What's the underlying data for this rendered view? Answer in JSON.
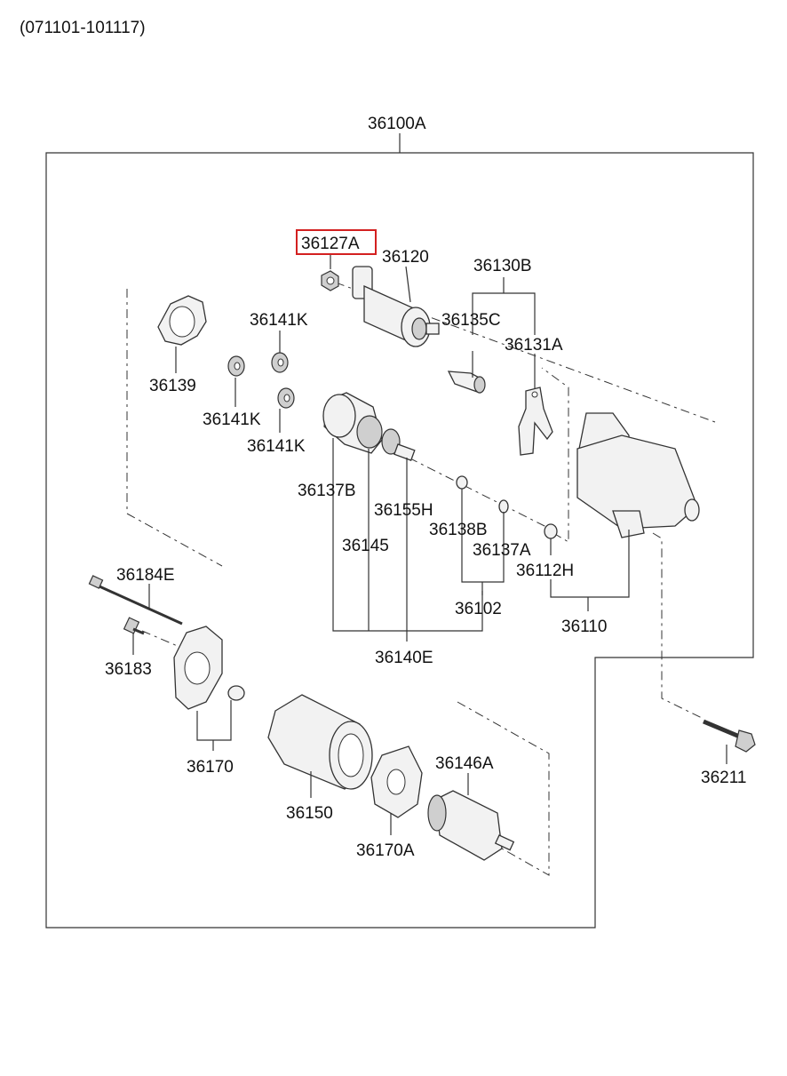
{
  "header": {
    "range": "(071101-101117)"
  },
  "assembly": {
    "label": "36100A"
  },
  "highlight": {
    "color": "#d32020",
    "part": "36127A"
  },
  "parts": {
    "p36127A": "36127A",
    "p36120": "36120",
    "p36130B": "36130B",
    "p36135C": "36135C",
    "p36131A": "36131A",
    "p36141K_a": "36141K",
    "p36141K_b": "36141K",
    "p36141K_c": "36141K",
    "p36139": "36139",
    "p36137B": "36137B",
    "p36155H": "36155H",
    "p36138B": "36138B",
    "p36137A": "36137A",
    "p36112H": "36112H",
    "p36145": "36145",
    "p36102": "36102",
    "p36110": "36110",
    "p36140E": "36140E",
    "p36184E": "36184E",
    "p36183": "36183",
    "p36170": "36170",
    "p36150": "36150",
    "p36146A": "36146A",
    "p36170A": "36170A",
    "p36211": "36211"
  }
}
